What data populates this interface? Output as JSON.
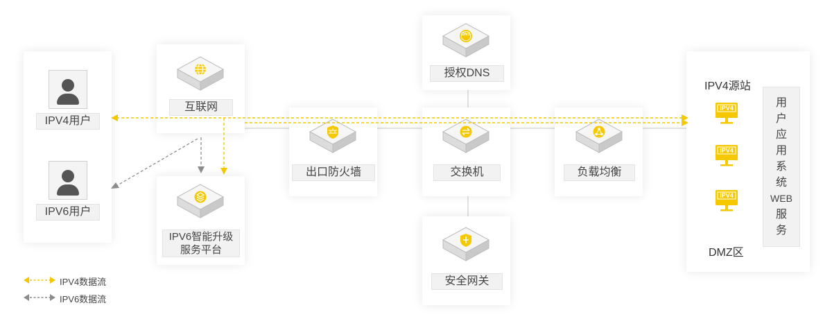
{
  "nodes": {
    "ipv4_user": "IPV4用户",
    "ipv6_user": "IPV6用户",
    "internet": "互联网",
    "ipv6_platform_line1": "IPV6智能升级",
    "ipv6_platform_line2": "服务平台",
    "firewall": "出口防火墙",
    "auth_dns": "授权DNS",
    "switch": "交换机",
    "security_gateway": "安全网关",
    "load_balancer": "负载均衡",
    "ipv4_origin": "IPV4源站",
    "dmz": "DMZ区",
    "monitor_badge": "IPV4",
    "dns_badge": "DNS",
    "web_service_chars": [
      "用",
      "户",
      "应",
      "用",
      "系",
      "统",
      "WEB",
      "服",
      "务"
    ]
  },
  "legend": {
    "ipv4_flow": "IPV4数据流",
    "ipv6_flow": "IPV6数据流"
  },
  "colors": {
    "ipv4_flow": "#f2c800",
    "ipv6_flow": "#8c8c8c",
    "icon_yellow": "#f5c800",
    "box_gray": "#d9d9d9"
  }
}
